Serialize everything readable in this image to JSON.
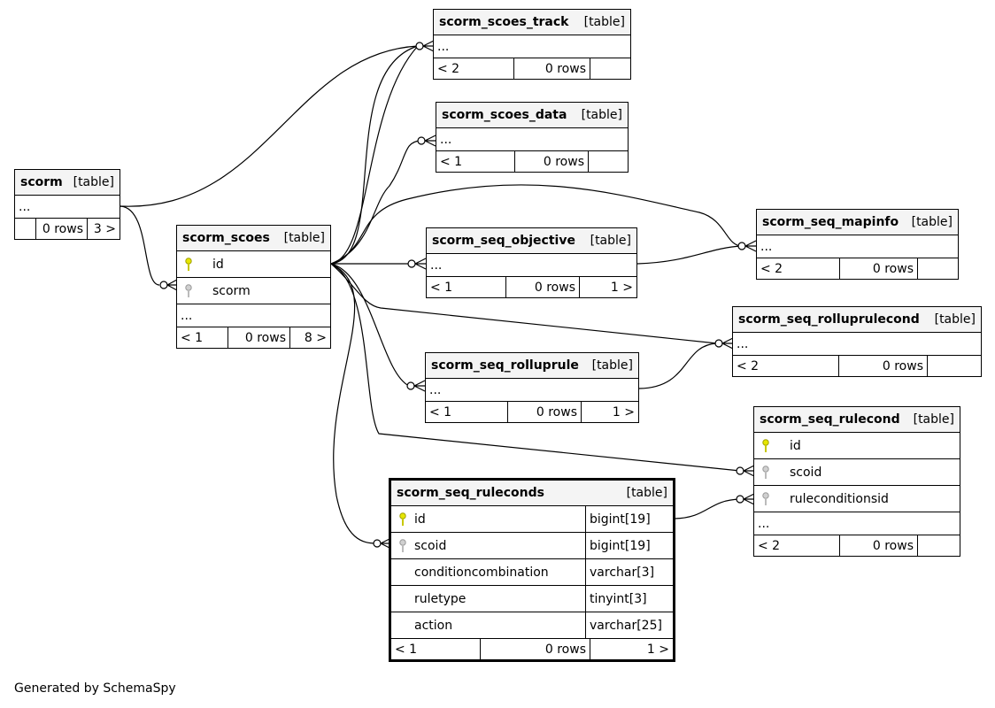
{
  "tables": {
    "scorm_scoes_track": {
      "name": "scorm_scoes_track",
      "kind": "[table]",
      "ellipsis": "...",
      "parents": "< 2",
      "rows": "0 rows",
      "children": ""
    },
    "scorm_scoes_data": {
      "name": "scorm_scoes_data",
      "kind": "[table]",
      "ellipsis": "...",
      "parents": "< 1",
      "rows": "0 rows",
      "children": ""
    },
    "scorm": {
      "name": "scorm",
      "kind": "[table]",
      "ellipsis": "...",
      "parents": "",
      "rows": "0 rows",
      "children": "3 >"
    },
    "scorm_scoes": {
      "name": "scorm_scoes",
      "kind": "[table]",
      "col1": "id",
      "col2": "scorm",
      "ellipsis": "...",
      "parents": "< 1",
      "rows": "0 rows",
      "children": "8 >"
    },
    "scorm_seq_objective": {
      "name": "scorm_seq_objective",
      "kind": "[table]",
      "ellipsis": "...",
      "parents": "< 1",
      "rows": "0 rows",
      "children": "1 >"
    },
    "scorm_seq_mapinfo": {
      "name": "scorm_seq_mapinfo",
      "kind": "[table]",
      "ellipsis": "...",
      "parents": "< 2",
      "rows": "0 rows",
      "children": ""
    },
    "scorm_seq_rolluprulecond": {
      "name": "scorm_seq_rolluprulecond",
      "kind": "[table]",
      "ellipsis": "...",
      "parents": "< 2",
      "rows": "0 rows",
      "children": ""
    },
    "scorm_seq_rolluprule": {
      "name": "scorm_seq_rolluprule",
      "kind": "[table]",
      "ellipsis": "...",
      "parents": "< 1",
      "rows": "0 rows",
      "children": "1 >"
    },
    "scorm_seq_rulecond": {
      "name": "scorm_seq_rulecond",
      "kind": "[table]",
      "col1": "id",
      "col2": "scoid",
      "col3": "ruleconditionsid",
      "ellipsis": "...",
      "parents": "< 2",
      "rows": "0 rows",
      "children": ""
    },
    "scorm_seq_ruleconds": {
      "name": "scorm_seq_ruleconds",
      "kind": "[table]",
      "columns": [
        {
          "name": "id",
          "type": "bigint[19]"
        },
        {
          "name": "scoid",
          "type": "bigint[19]"
        },
        {
          "name": "conditioncombination",
          "type": "varchar[3]"
        },
        {
          "name": "ruletype",
          "type": "tinyint[3]"
        },
        {
          "name": "action",
          "type": "varchar[25]"
        }
      ],
      "parents": "< 1",
      "rows": "0 rows",
      "children": "1 >"
    }
  },
  "footer": "Generated by SchemaSpy",
  "colors": {
    "primary_key": "#d8d800",
    "foreign_key": "#b0b0b0",
    "header_bg": "#f4f4f4"
  }
}
